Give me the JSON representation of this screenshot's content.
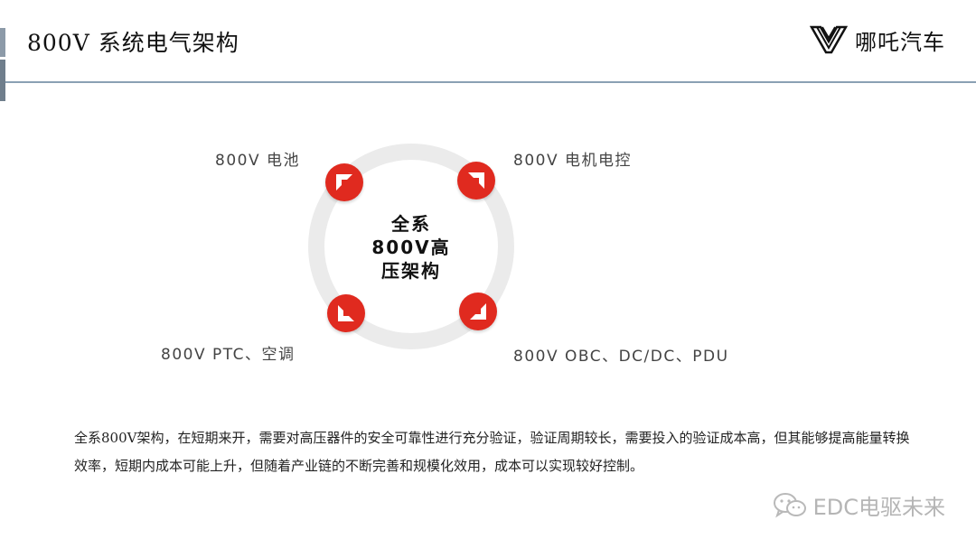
{
  "header": {
    "title": "800V 系统电气架构",
    "logo_text": "哪吒汽车"
  },
  "diagram": {
    "center_text": "全系\n800V高\n压架构",
    "nodes": [
      {
        "label": "800V 电池"
      },
      {
        "label": "800V 电机电控"
      },
      {
        "label": "800V PTC、空调"
      },
      {
        "label": "800V OBC、DC/DC、PDU"
      }
    ],
    "colors": {
      "badge": "#e02a1f",
      "ring": "#ebebeb"
    }
  },
  "body": {
    "paragraph": "全系800V架构，在短期来开，需要对高压器件的安全可靠性进行充分验证，验证周期较长，需要投入的验证成本高，但其能够提高能量转换效率，短期内成本可能上升，但随着产业链的不断完善和规模化效用，成本可以实现较好控制。"
  },
  "watermark": {
    "text": "EDC电驱未来",
    "icon": "wechat-icon"
  }
}
